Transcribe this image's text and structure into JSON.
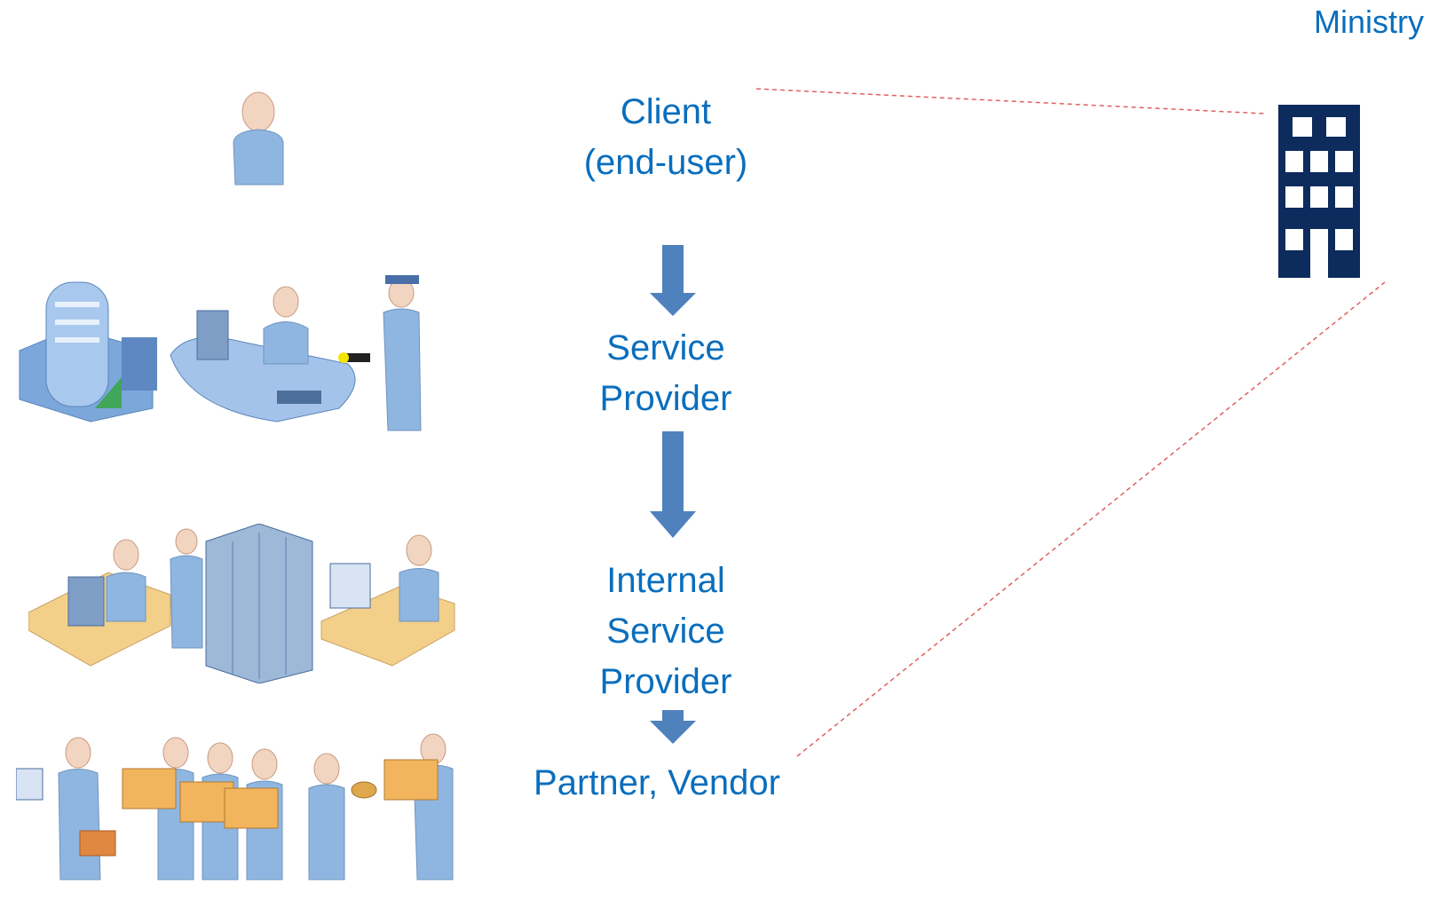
{
  "ministry": {
    "label": "Ministry",
    "icon": "office-building-icon"
  },
  "flow": [
    {
      "id": "client",
      "lines": [
        "Client",
        "(end-user)"
      ],
      "illustration": "end-user-person-icon"
    },
    {
      "id": "service-provider",
      "lines": [
        "Service",
        "Provider"
      ],
      "illustration": "service-provider-scene-icon"
    },
    {
      "id": "internal-service-provider",
      "lines": [
        "Internal",
        "Service",
        "Provider"
      ],
      "illustration": "it-operations-scene-icon"
    },
    {
      "id": "partner-vendor",
      "lines": [
        "Partner, Vendor"
      ],
      "illustration": "delivery-people-scene-icon"
    }
  ],
  "colors": {
    "text": "#0A6EBD",
    "arrow": "#4F81BD",
    "dashed_line": "#E06060",
    "building": "#0D2B5C",
    "figure": "#8FB6E0"
  }
}
